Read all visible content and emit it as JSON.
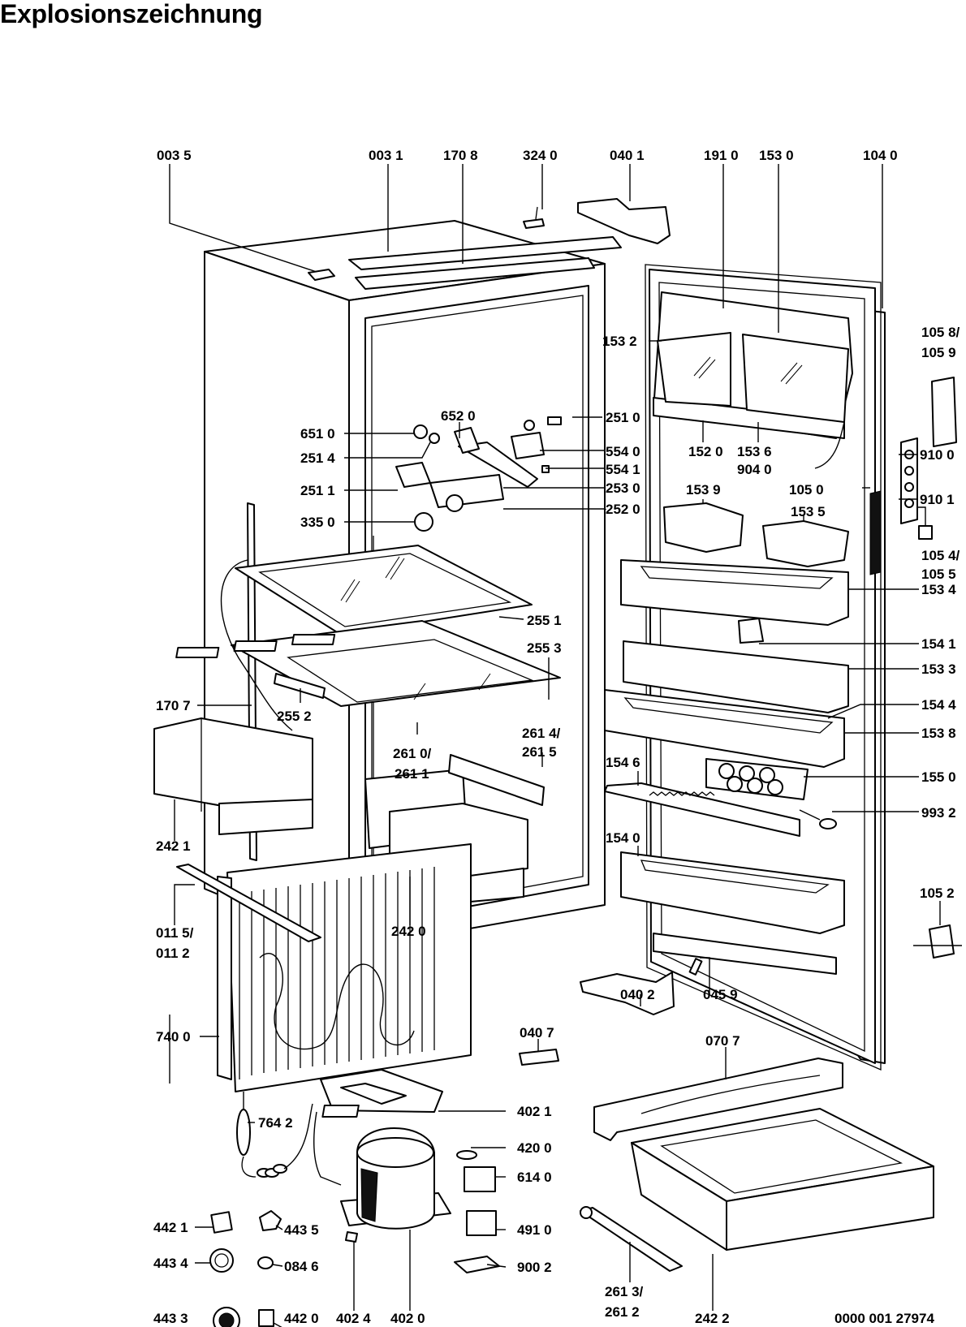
{
  "title": "Explosionszeichnung",
  "drawing_number": "0000 001 27974",
  "labels": [
    {
      "id": "l0035",
      "text": "003 5"
    },
    {
      "id": "l0031",
      "text": "003 1"
    },
    {
      "id": "l1708",
      "text": "170 8"
    },
    {
      "id": "l3240",
      "text": "324 0"
    },
    {
      "id": "l0401",
      "text": "040 1"
    },
    {
      "id": "l1910",
      "text": "191 0"
    },
    {
      "id": "l1530",
      "text": "153 0"
    },
    {
      "id": "l1040",
      "text": "104 0"
    },
    {
      "id": "l1058a",
      "text": "105 8/"
    },
    {
      "id": "l1058b",
      "text": "105 9"
    },
    {
      "id": "l1532",
      "text": "153 2"
    },
    {
      "id": "l6520",
      "text": "652 0"
    },
    {
      "id": "l2510",
      "text": "251 0"
    },
    {
      "id": "l6510",
      "text": "651 0"
    },
    {
      "id": "l5540",
      "text": "554 0"
    },
    {
      "id": "l1520",
      "text": "152 0"
    },
    {
      "id": "l1536",
      "text": "153 6"
    },
    {
      "id": "l2514",
      "text": "251 4"
    },
    {
      "id": "l5541",
      "text": "554 1"
    },
    {
      "id": "l9040",
      "text": "904 0"
    },
    {
      "id": "l9100",
      "text": "910 0"
    },
    {
      "id": "l2511",
      "text": "251 1"
    },
    {
      "id": "l2530",
      "text": "253 0"
    },
    {
      "id": "l1050",
      "text": "105 0"
    },
    {
      "id": "l9101",
      "text": "910 1"
    },
    {
      "id": "l1539",
      "text": "153 9"
    },
    {
      "id": "l2520",
      "text": "252 0"
    },
    {
      "id": "l1535",
      "text": "153 5"
    },
    {
      "id": "l3350",
      "text": "335 0"
    },
    {
      "id": "l1054a",
      "text": "105 4/"
    },
    {
      "id": "l1054b",
      "text": "105 5"
    },
    {
      "id": "l1534",
      "text": "153 4"
    },
    {
      "id": "l2551",
      "text": "255 1"
    },
    {
      "id": "l1541",
      "text": "154 1"
    },
    {
      "id": "l2553",
      "text": "255 3"
    },
    {
      "id": "l1533",
      "text": "153 3"
    },
    {
      "id": "l1707",
      "text": "170 7"
    },
    {
      "id": "l1544",
      "text": "154 4"
    },
    {
      "id": "l2552",
      "text": "255 2"
    },
    {
      "id": "l1538",
      "text": "153 8"
    },
    {
      "id": "l2610a",
      "text": "261 0/"
    },
    {
      "id": "l2610b",
      "text": "261 1"
    },
    {
      "id": "l2614a",
      "text": "261 4/"
    },
    {
      "id": "l2614b",
      "text": "261 5"
    },
    {
      "id": "l1546",
      "text": "154 6"
    },
    {
      "id": "l1550",
      "text": "155 0"
    },
    {
      "id": "l9932",
      "text": "993 2"
    },
    {
      "id": "l1540",
      "text": "154 0"
    },
    {
      "id": "l2421",
      "text": "242 1"
    },
    {
      "id": "l1052",
      "text": "105 2"
    },
    {
      "id": "l0115a",
      "text": "011 5/"
    },
    {
      "id": "l0115b",
      "text": "011 2"
    },
    {
      "id": "l2420",
      "text": "242 0"
    },
    {
      "id": "l0459",
      "text": "045 9"
    },
    {
      "id": "l0402",
      "text": "040 2"
    },
    {
      "id": "l0407",
      "text": "040 7"
    },
    {
      "id": "l7400",
      "text": "740 0"
    },
    {
      "id": "l0707",
      "text": "070 7"
    },
    {
      "id": "l4021",
      "text": "402 1"
    },
    {
      "id": "l7642",
      "text": "764 2"
    },
    {
      "id": "l4200",
      "text": "420 0"
    },
    {
      "id": "l6140",
      "text": "614 0"
    },
    {
      "id": "l4421",
      "text": "442 1"
    },
    {
      "id": "l4435",
      "text": "443 5"
    },
    {
      "id": "l4910",
      "text": "491 0"
    },
    {
      "id": "l4434",
      "text": "443 4"
    },
    {
      "id": "l0846",
      "text": "084 6"
    },
    {
      "id": "l9002",
      "text": "900 2"
    },
    {
      "id": "l2613a",
      "text": "261 3/"
    },
    {
      "id": "l2613b",
      "text": "261 2"
    },
    {
      "id": "l4433",
      "text": "443 3"
    },
    {
      "id": "l4420",
      "text": "442 0"
    },
    {
      "id": "l4024",
      "text": "402 4"
    },
    {
      "id": "l4020",
      "text": "402 0"
    },
    {
      "id": "l2422",
      "text": "242 2"
    }
  ]
}
